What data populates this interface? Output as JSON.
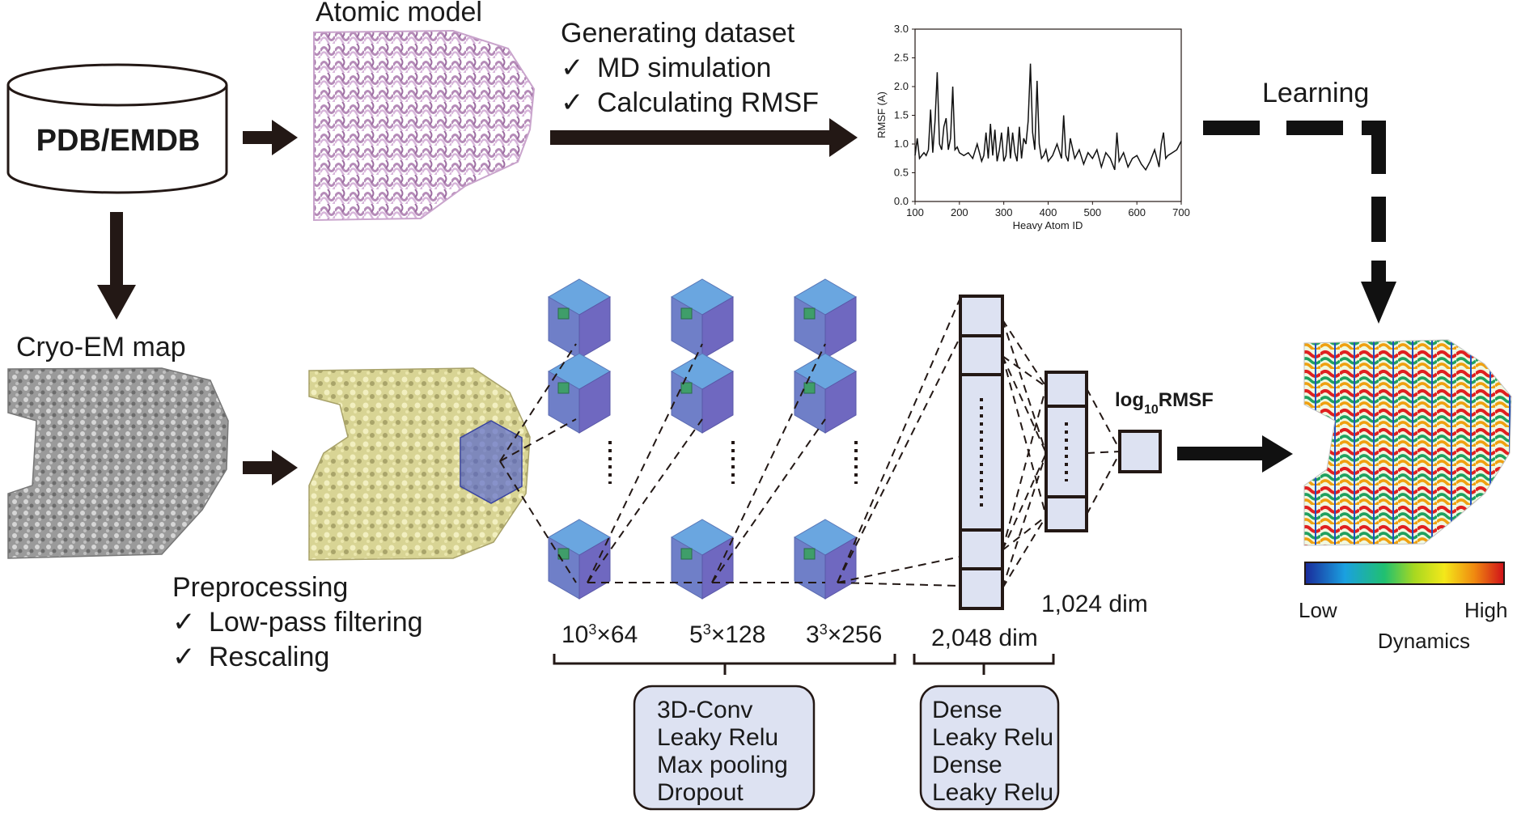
{
  "db": {
    "label": "PDB/EMDB"
  },
  "atomic_model": {
    "title": "Atomic model"
  },
  "dataset": {
    "title": "Generating dataset",
    "steps": [
      "MD simulation",
      "Calculating RMSF"
    ],
    "check": "✓"
  },
  "cryo": {
    "title": "Cryo-EM map"
  },
  "preprocessing": {
    "title": "Preprocessing",
    "steps": [
      "Low-pass filtering",
      "Rescaling"
    ]
  },
  "learning": {
    "label": "Learning"
  },
  "network": {
    "conv_dims": [
      {
        "base": "10",
        "exp": "3",
        "rest": "×64"
      },
      {
        "base": "5",
        "exp": "3",
        "rest": "×128"
      },
      {
        "base": "3",
        "exp": "3",
        "rest": "×256"
      }
    ],
    "dense1_dim": "2,048 dim",
    "dense2_dim": "1,024 dim",
    "output": {
      "prefix": "log",
      "sub": "10",
      "suffix": "RMSF"
    },
    "conv_ops": [
      "3D-Conv",
      "Leaky Relu",
      "Max pooling",
      "Dropout"
    ],
    "dense_ops": [
      "Dense",
      "Leaky Relu",
      "Dense",
      "Leaky Relu"
    ]
  },
  "colorbar": {
    "low": "Low",
    "high": "High",
    "title": "Dynamics"
  },
  "chart_data": {
    "type": "line",
    "xlabel": "Heavy Atom ID",
    "ylabel": "RMSF (A)",
    "xlim": [
      100,
      700
    ],
    "ylim": [
      0.0,
      3.0
    ],
    "xticks": [
      100,
      200,
      300,
      400,
      500,
      600,
      700
    ],
    "yticks": [
      "0.0",
      "0.5",
      "1.0",
      "1.5",
      "2.0",
      "2.5",
      "3.0"
    ],
    "x": [
      100,
      105,
      110,
      115,
      120,
      125,
      130,
      135,
      140,
      145,
      150,
      155,
      160,
      165,
      170,
      175,
      180,
      185,
      190,
      195,
      200,
      210,
      220,
      230,
      240,
      250,
      255,
      260,
      265,
      270,
      275,
      280,
      285,
      290,
      295,
      300,
      305,
      310,
      315,
      320,
      325,
      330,
      335,
      340,
      345,
      350,
      355,
      360,
      365,
      370,
      375,
      380,
      385,
      390,
      395,
      400,
      410,
      420,
      430,
      435,
      440,
      445,
      450,
      460,
      470,
      480,
      490,
      500,
      510,
      520,
      530,
      540,
      550,
      555,
      560,
      570,
      580,
      590,
      600,
      610,
      620,
      630,
      640,
      650,
      655,
      660,
      665,
      670,
      680,
      690,
      700
    ],
    "y": [
      0.8,
      1.1,
      0.75,
      0.8,
      0.85,
      0.8,
      0.9,
      1.6,
      0.85,
      1.4,
      2.25,
      1.0,
      0.9,
      1.3,
      1.45,
      0.9,
      1.1,
      2.0,
      0.9,
      0.95,
      0.85,
      0.8,
      0.85,
      0.75,
      1.0,
      0.7,
      0.8,
      1.2,
      0.75,
      1.35,
      0.8,
      1.25,
      0.7,
      0.9,
      1.2,
      0.7,
      0.8,
      1.3,
      0.75,
      1.2,
      0.85,
      0.7,
      1.3,
      0.75,
      1.1,
      1.0,
      1.4,
      2.4,
      1.2,
      0.9,
      2.1,
      1.0,
      0.75,
      0.8,
      0.9,
      0.7,
      0.8,
      1.0,
      0.75,
      1.5,
      0.8,
      0.7,
      1.1,
      0.75,
      0.9,
      0.65,
      0.85,
      0.75,
      0.9,
      0.6,
      0.85,
      0.75,
      0.55,
      1.2,
      0.7,
      0.85,
      0.6,
      0.75,
      0.8,
      0.65,
      0.55,
      0.7,
      0.9,
      0.6,
      1.0,
      1.2,
      0.75,
      0.8,
      0.85,
      0.9,
      1.05
    ]
  }
}
